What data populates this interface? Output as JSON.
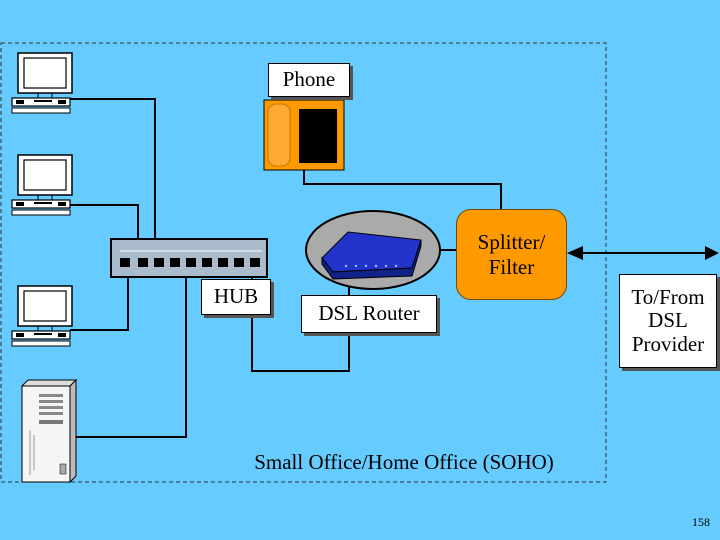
{
  "labels": {
    "phone": "Phone",
    "hub": "HUB",
    "splitter_line1": "Splitter/",
    "splitter_line2": "Filter",
    "dsl_router": "DSL Router",
    "provider_line1": "To/From",
    "provider_line2": "DSL",
    "provider_line3": "Provider"
  },
  "caption": "Small Office/Home Office (SOHO)",
  "page_number": "158",
  "icons": [
    "computer-icon",
    "computer-icon",
    "computer-icon",
    "server-icon",
    "hub-icon",
    "phone-icon",
    "dsl-router-icon"
  ],
  "colors": {
    "background": "#66ccff",
    "splitter_fill": "#ff9900",
    "phone_body": "#ff9900",
    "router_ellipse": "#aaaaaa",
    "router_body": "#2233cc",
    "hub_body": "#aabbcc",
    "computer_body": "#ffffff",
    "server_body": "#f5f5f5"
  }
}
